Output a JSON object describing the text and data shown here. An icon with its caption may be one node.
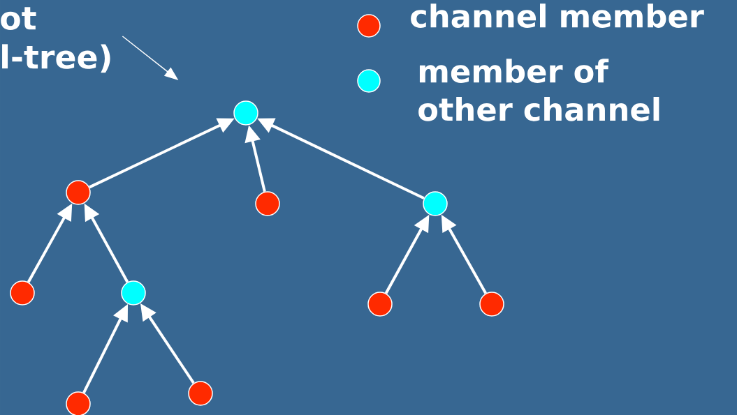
{
  "diagram": {
    "nodes": [
      {
        "text": [
          "ot l-tree)"
        ]
      },
      {
        "text": [],
        "shape": "circle"
      },
      {
        "text": [],
        "shape": "circle"
      },
      {
        "text": [],
        "shape": "circle"
      },
      {
        "text": [],
        "shape": "circle"
      },
      {
        "text": [],
        "shape": "circle"
      },
      {
        "text": [],
        "shape": "circle"
      },
      {
        "text": [],
        "shape": "circle"
      },
      {
        "text": [],
        "shape": "circle"
      },
      {
        "text": [],
        "shape": "circle"
      },
      {
        "text": [],
        "shape": "circle"
      }
    ],
    "edges": [
      {
        "from": 0,
        "to": null,
        "arrow": "to"
      },
      {
        "from": 2,
        "to": 1,
        "arrow": "to"
      },
      {
        "from": 3,
        "to": 1,
        "arrow": "to"
      },
      {
        "from": 4,
        "to": 1,
        "arrow": "to"
      },
      {
        "from": 5,
        "to": 2,
        "arrow": "to"
      },
      {
        "from": 6,
        "to": 2,
        "arrow": "to"
      },
      {
        "from": 7,
        "to": 4,
        "arrow": "to"
      },
      {
        "from": 8,
        "to": 4,
        "arrow": "to"
      },
      {
        "from": 9,
        "to": 6,
        "arrow": "to"
      },
      {
        "from": 10,
        "to": 6,
        "arrow": "to"
      }
    ],
    "legend": [
      {
        "text": "channel member",
        "color": "#ff2a00"
      },
      {
        "text": "member of other channel",
        "color": "#00ffff"
      }
    ]
  }
}
